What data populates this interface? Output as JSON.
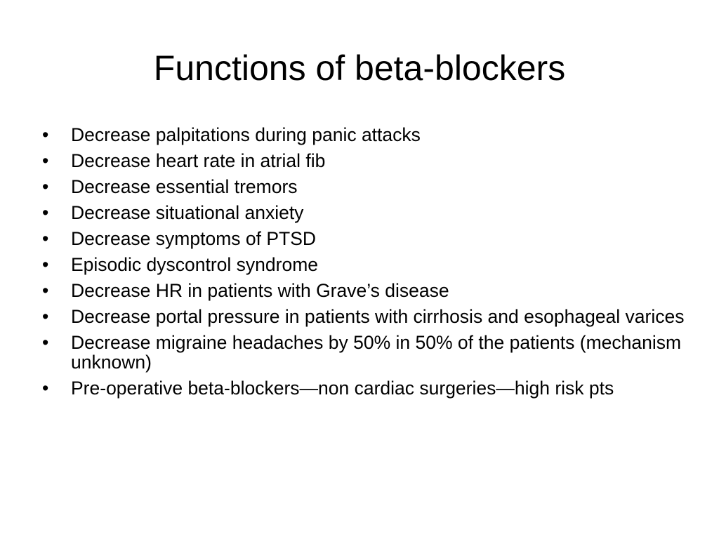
{
  "slide": {
    "title": "Functions of beta-blockers",
    "bullet_glyph": "•",
    "bullets": [
      "Decrease palpitations during panic attacks",
      "Decrease heart rate in atrial fib",
      "Decrease essential tremors",
      "Decrease situational anxiety",
      "Decrease symptoms of PTSD",
      "Episodic dyscontrol syndrome",
      "Decrease HR in patients with Grave’s disease",
      "Decrease portal pressure in patients with cirrhosis and esophageal varices",
      "Decrease migraine headaches by 50% in 50% of the patients (mechanism unknown)",
      "Pre-operative beta-blockers—non cardiac surgeries—high risk pts"
    ]
  }
}
